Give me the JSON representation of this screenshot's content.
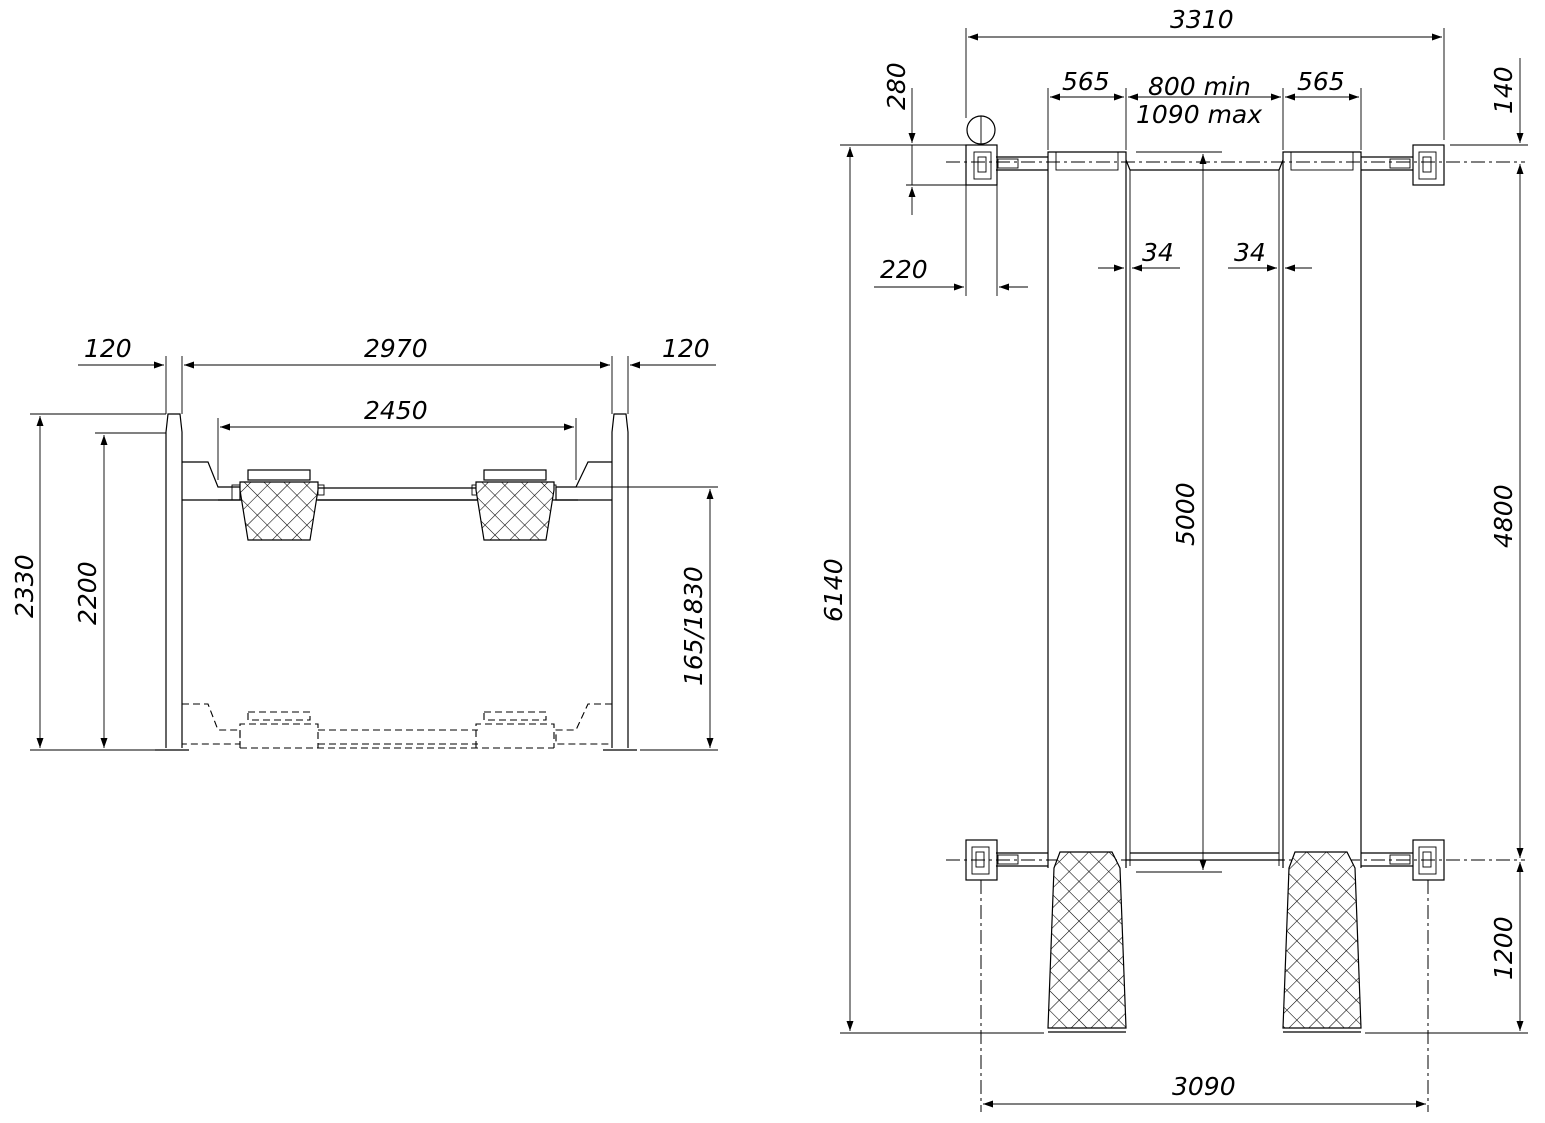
{
  "front_view": {
    "dims": {
      "post_left": "120",
      "post_span": "2970",
      "post_right": "120",
      "runway_span": "2450",
      "total_height": "2330",
      "usable_height": "2200",
      "lift_range": "165/1830"
    }
  },
  "plan_view": {
    "dims": {
      "overall_width": "3310",
      "runway_left_width": "565",
      "gap_min": "800 min",
      "gap_max": "1090 max",
      "runway_right_width": "565",
      "top_offset_left": "280",
      "top_offset_right": "140",
      "post_width": "220",
      "gap_clear_left": "34",
      "gap_clear_right": "34",
      "runway_length": "5000",
      "overall_length": "6140",
      "post_spacing_length": "4800",
      "ramp_length": "1200",
      "post_center_width": "3090"
    }
  }
}
